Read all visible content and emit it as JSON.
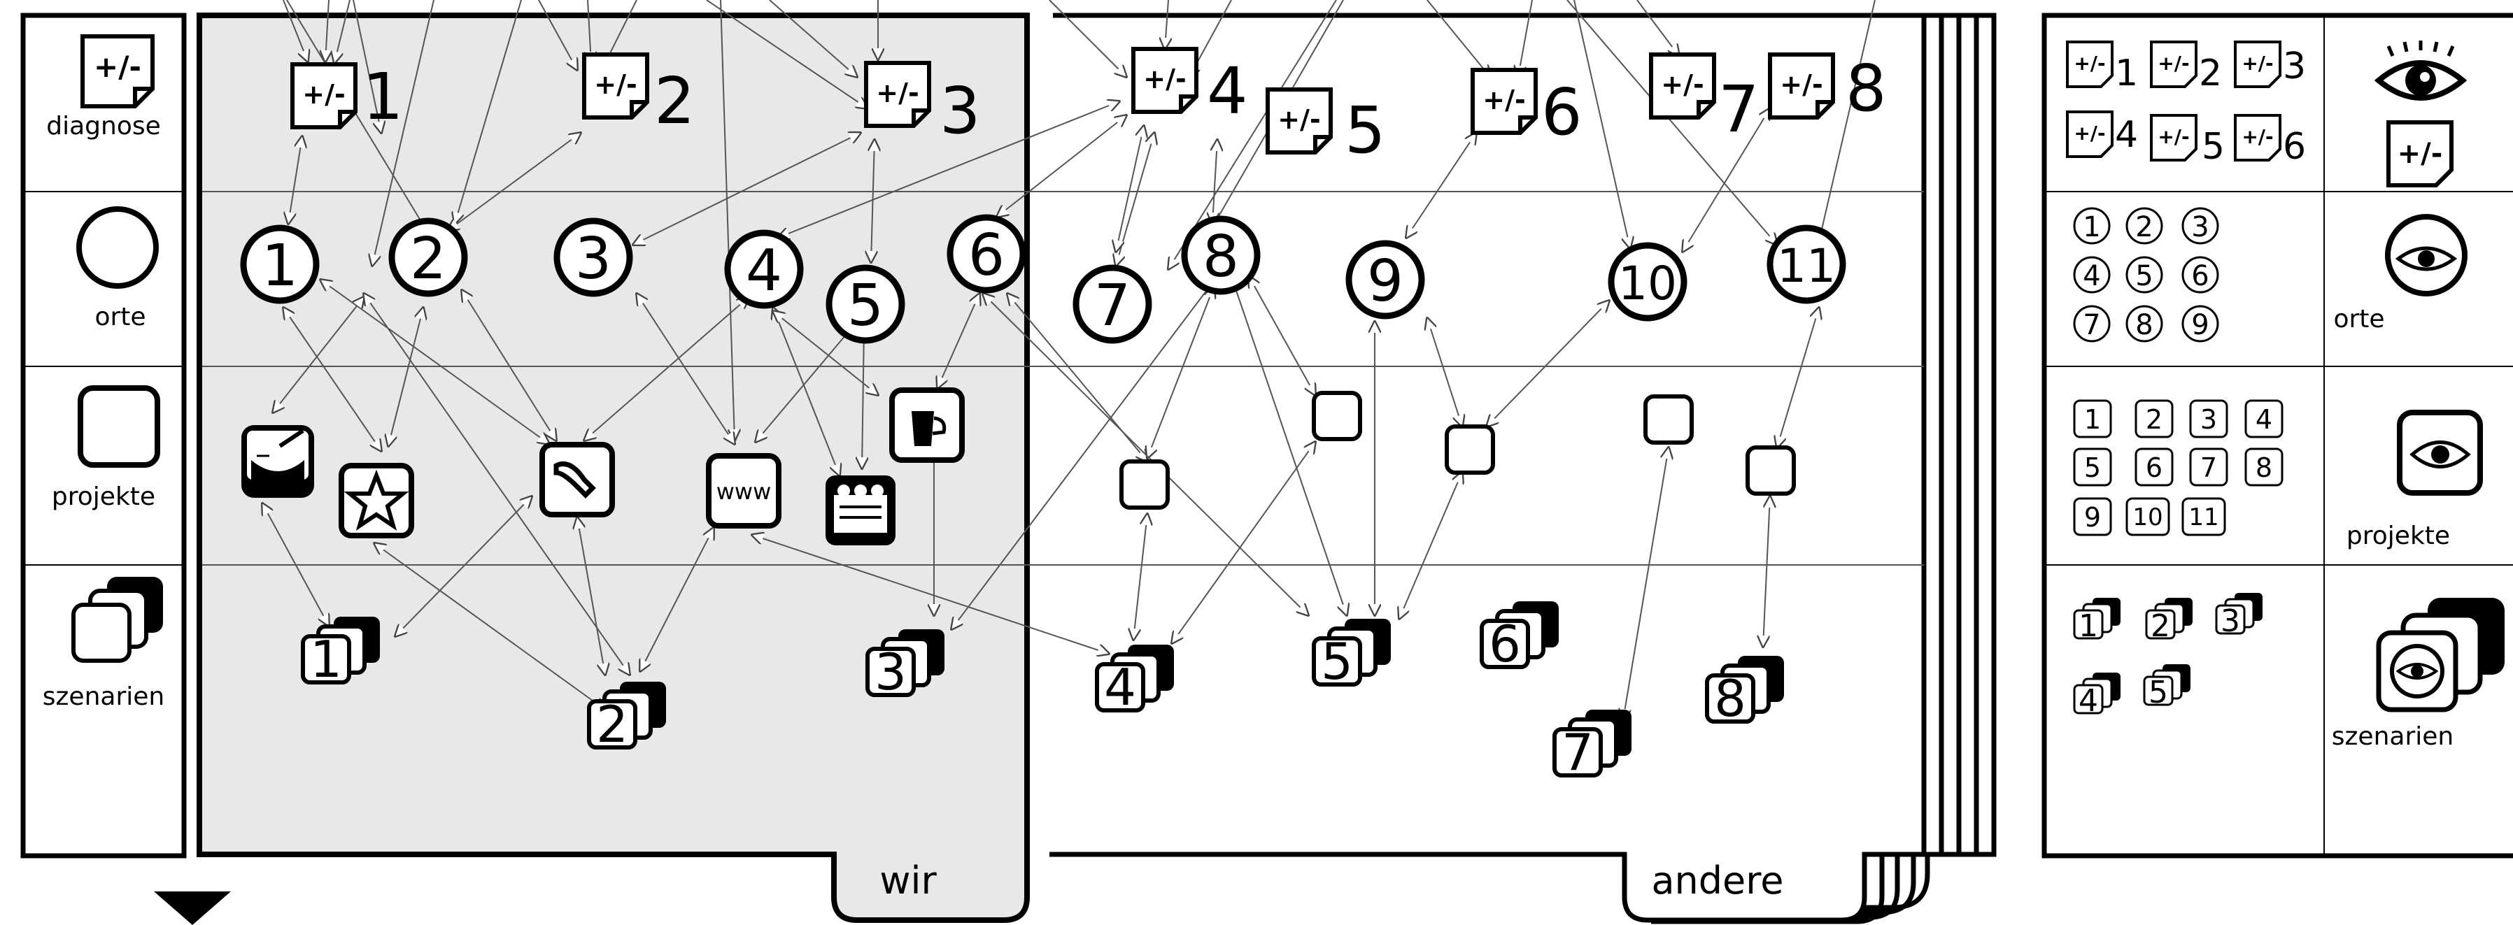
{
  "rows": {
    "diagnose": "diagnose",
    "orte": "orte",
    "projekte": "projekte",
    "szenarien": "szenarien"
  },
  "tabs": {
    "wir": "wir",
    "andere": "andere"
  },
  "icons": {
    "plusminus": "+/-",
    "www": "www"
  },
  "diagnose_numbers": [
    "1",
    "2",
    "3",
    "4",
    "5",
    "6",
    "7",
    "8"
  ],
  "orte_numbers": [
    "1",
    "2",
    "3",
    "4",
    "5",
    "6",
    "7",
    "8",
    "9",
    "10",
    "11"
  ],
  "szenario_numbers": [
    "1",
    "2",
    "3",
    "4",
    "5",
    "6",
    "7",
    "8"
  ],
  "legend": {
    "diagnose_numbers": [
      "1",
      "2",
      "3",
      "4",
      "5",
      "6"
    ],
    "orte_numbers": [
      "1",
      "2",
      "3",
      "4",
      "5",
      "6",
      "7",
      "8",
      "9"
    ],
    "projekt_numbers": [
      "1",
      "2",
      "3",
      "4",
      "5",
      "6",
      "7",
      "8",
      "9",
      "10",
      "11"
    ],
    "szenario_numbers": [
      "1",
      "2",
      "3",
      "4",
      "5"
    ],
    "orte_label": "orte",
    "projekte_label": "projekte",
    "szenarien_label": "szenarien"
  }
}
